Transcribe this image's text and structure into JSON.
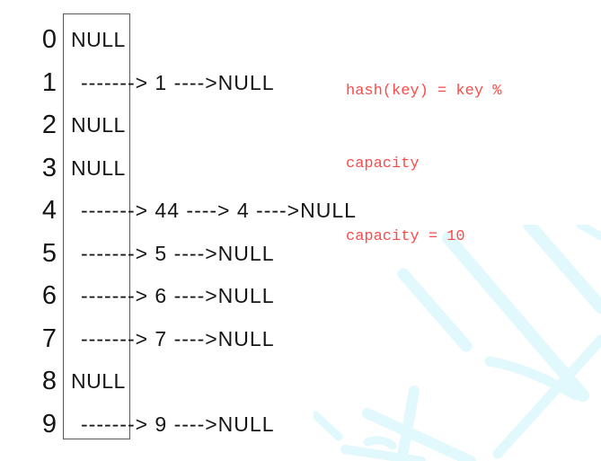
{
  "colors": {
    "background": "#ffffff",
    "text": "#161616",
    "box_border": "#595959",
    "annotation_red": "#fa4b4b",
    "watermark_cyan": "#e1f8fc"
  },
  "hash_table": {
    "capacity": "10",
    "rows": [
      {
        "index": "0",
        "display": "NULL",
        "values": []
      },
      {
        "index": "1",
        "display": "-------> 1 ---->NULL",
        "values": [
          "1"
        ]
      },
      {
        "index": "2",
        "display": "NULL",
        "values": []
      },
      {
        "index": "3",
        "display": "NULL",
        "values": []
      },
      {
        "index": "4",
        "display": "-------> 44 ----> 4 ---->NULL",
        "values": [
          "44",
          "4"
        ]
      },
      {
        "index": "5",
        "display": "-------> 5 ---->NULL",
        "values": [
          "5"
        ]
      },
      {
        "index": "6",
        "display": "-------> 6 ---->NULL",
        "values": [
          "6"
        ]
      },
      {
        "index": "7",
        "display": "-------> 7 ---->NULL",
        "values": [
          "7"
        ]
      },
      {
        "index": "8",
        "display": "NULL",
        "values": []
      },
      {
        "index": "9",
        "display": "-------> 9 ---->NULL",
        "values": [
          "9"
        ]
      }
    ]
  },
  "annotation": {
    "lines": [
      "hash(key) = key %",
      "capacity",
      "capacity = 10"
    ]
  }
}
